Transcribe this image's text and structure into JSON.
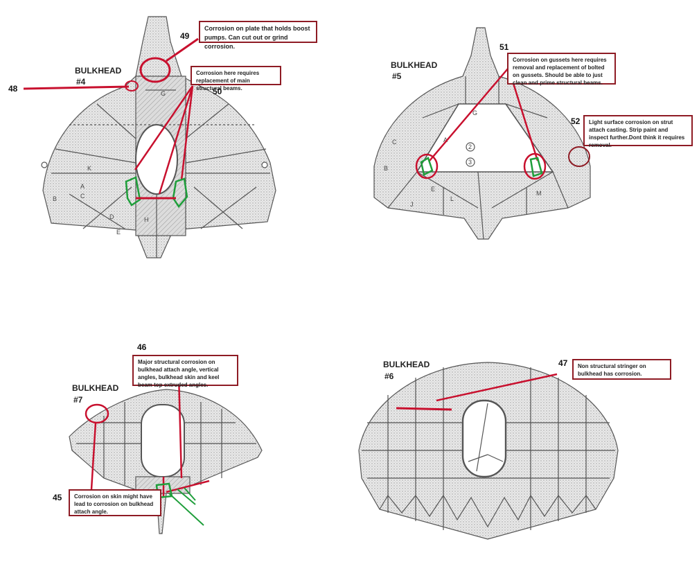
{
  "bulkheads": {
    "b4": {
      "word": "BULKHEAD",
      "num": "#4"
    },
    "b5": {
      "word": "BULKHEAD",
      "num": "#5"
    },
    "b7": {
      "word": "BULKHEAD",
      "num": "#7"
    },
    "b6": {
      "word": "BULKHEAD",
      "num": "#6"
    }
  },
  "callouts": [
    {
      "id": "48",
      "number": "48",
      "text": ""
    },
    {
      "id": "49",
      "number": "49",
      "text": "Corrosion on plate that holds boost pumps. Can cut out or grind corrosion."
    },
    {
      "id": "50",
      "number": "50",
      "text": "Corrosion here requires replacement of main structural beams."
    },
    {
      "id": "51",
      "number": "51",
      "text": "Corrosion on gussets here requires removal and replacement of bolted on gussets. Should be able to just clean and prime structural beams."
    },
    {
      "id": "52",
      "number": "52",
      "text": "Light surface corrosion on strut attach casting. Strip paint and inspect further.Dont think it requires removal."
    },
    {
      "id": "46",
      "number": "46",
      "text": "Major structural corrosion on bulkhead attach angle, vertical angles, bulkhead skin and keel beam top extruded angles."
    },
    {
      "id": "45",
      "number": "45",
      "text": "Corrosion on skin might have lead to corrosion on bulkhead attach angle."
    },
    {
      "id": "47",
      "number": "47",
      "text": "Non structural stringer on bulkhead has corrosion."
    }
  ],
  "drawing_letters": {
    "b4": [
      "G",
      "K",
      "B",
      "C",
      "D",
      "E",
      "A",
      "H"
    ],
    "b5": [
      "G",
      "A",
      "C",
      "B",
      "E",
      "J",
      "L",
      "M"
    ],
    "b5_circled": [
      "2",
      "3"
    ]
  },
  "colors": {
    "callout_border": "#8e1b24",
    "marker_red": "#c8102e",
    "highlight_green": "#1e9e3a",
    "drawing_line": "#555555",
    "hatch": "#bdbdbd"
  }
}
